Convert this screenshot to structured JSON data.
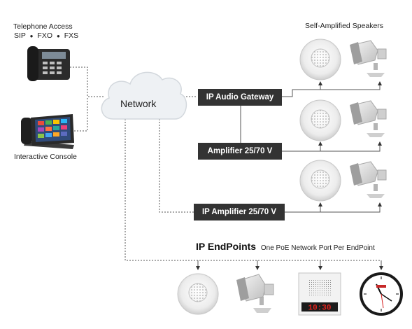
{
  "telephone": {
    "title": "Telephone Access",
    "protocols": [
      "SIP",
      "FXO",
      "FXS"
    ]
  },
  "console": {
    "label": "Interactive Console"
  },
  "network": {
    "label": "Network"
  },
  "speakers": {
    "header": "Self-Amplified Speakers"
  },
  "boxes": {
    "gateway": "IP Audio Gateway",
    "amplifier": "Amplifier 25/70 V",
    "ip_amplifier": "IP Amplifier 25/70 V"
  },
  "endpoints": {
    "title": "IP EndPoints",
    "subtitle": "One PoE Network Port Per EndPoint"
  },
  "sign_display": "10:30",
  "colors": {
    "box": "#333333",
    "box_text": "#ffffff",
    "line": "#444444",
    "cloud": "#eef1f4",
    "sign_red": "#e0201b"
  }
}
